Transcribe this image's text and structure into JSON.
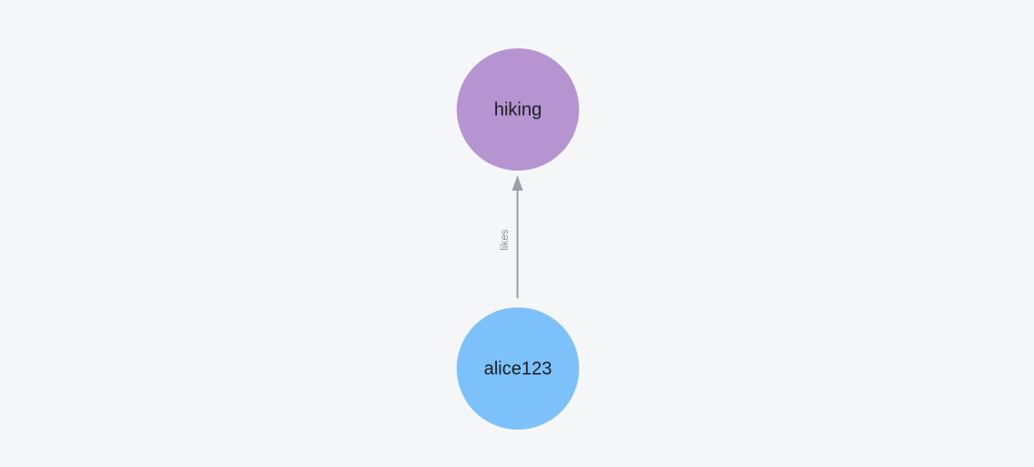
{
  "canvas": {
    "background_color": "#f5f6f7"
  },
  "graph": {
    "nodes": [
      {
        "id": "hiking",
        "label": "hiking",
        "fill_color": "#b594d1",
        "label_color": "#1c1e21"
      },
      {
        "id": "alice123",
        "label": "alice123",
        "fill_color": "#7cc1f9",
        "label_color": "#1c1e21"
      }
    ],
    "edges": [
      {
        "label": "likes",
        "from": "alice123",
        "to": "hiking",
        "line_color": "#9aa0aa",
        "label_color": "#8c919b"
      }
    ]
  }
}
